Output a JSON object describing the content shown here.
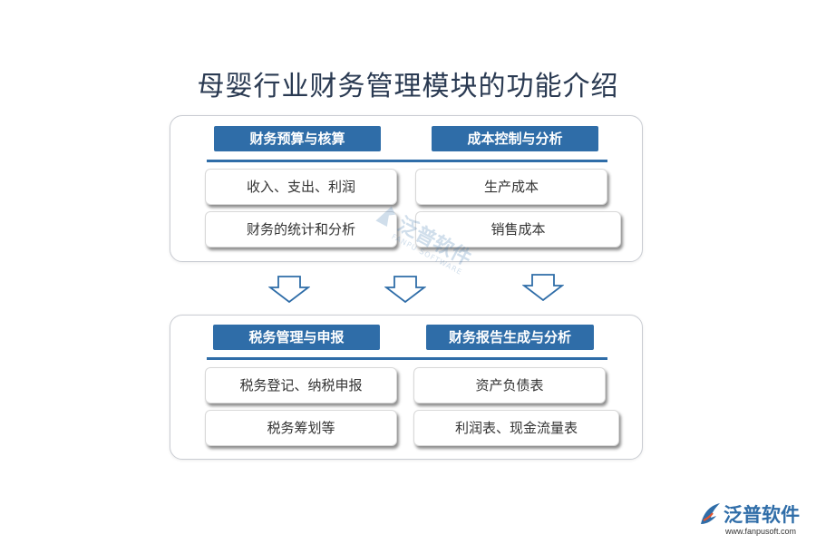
{
  "title": "母婴行业财务管理模块的功能介绍",
  "top_panel": {
    "left_header": "财务预算与核算",
    "right_header": "成本控制与分析",
    "left_items": [
      "收入、支出、利润",
      "财务的统计和分析"
    ],
    "right_items": [
      "生产成本",
      "销售成本"
    ]
  },
  "bottom_panel": {
    "left_header": "税务管理与申报",
    "right_header": "财务报告生成与分析",
    "left_items": [
      "税务登记、纳税申报",
      "税务筹划等"
    ],
    "right_items": [
      "资产负债表",
      "利润表、现金流量表"
    ]
  },
  "watermark": {
    "name": "泛普软件",
    "sub": "FANPU SOFTWARE"
  },
  "brand": {
    "name": "泛普软件",
    "url": "www.fanpusoft.com"
  },
  "colors": {
    "accent": "#2f6da8",
    "title": "#2a3a52",
    "border": "#c9ccd2"
  }
}
